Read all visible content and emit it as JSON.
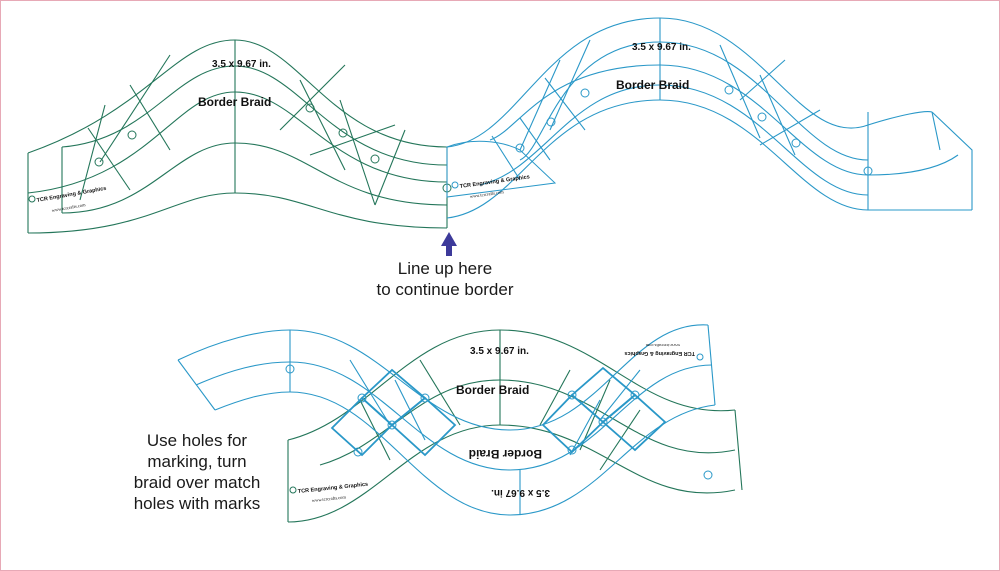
{
  "colors": {
    "green": "#24765a",
    "blue": "#2a98c8",
    "arrow": "#3d3a9a",
    "frame": "#e7a9b6"
  },
  "template": {
    "size_label": "3.5 x 9.67  in.",
    "name_label": "Border Braid",
    "logo_label": "TCR Engraving & Graphics",
    "url_label": "www.tcrcrafts.com"
  },
  "captions": {
    "line_up": [
      "Line up here",
      "to continue border"
    ],
    "use_holes": [
      "Use holes for",
      "marking, turn",
      "braid over match",
      "holes with marks"
    ]
  }
}
